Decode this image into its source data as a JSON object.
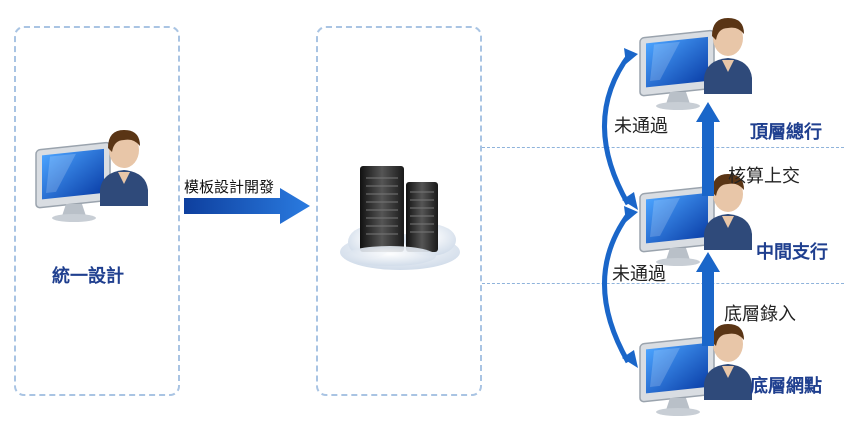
{
  "left_panel": {
    "label": "統一設計"
  },
  "flow_arrow": {
    "label": "模板設計開發"
  },
  "roles": {
    "top": "頂層總行",
    "middle": "中間支行",
    "bottom": "底層網點"
  },
  "flows": {
    "fail_top": "未通過",
    "fail_bottom": "未通過",
    "report_up": "核算上交",
    "entry": "底層錄入"
  },
  "colors": {
    "accent_blue": "#1f3f8f",
    "arrow_blue": "#1a66c9",
    "dashed_border": "#a9c4e3"
  },
  "icons": [
    "user-computer-icon",
    "server-cloud-icon",
    "arrow-right-icon",
    "arrow-up-icon",
    "curved-arrow-icon"
  ]
}
